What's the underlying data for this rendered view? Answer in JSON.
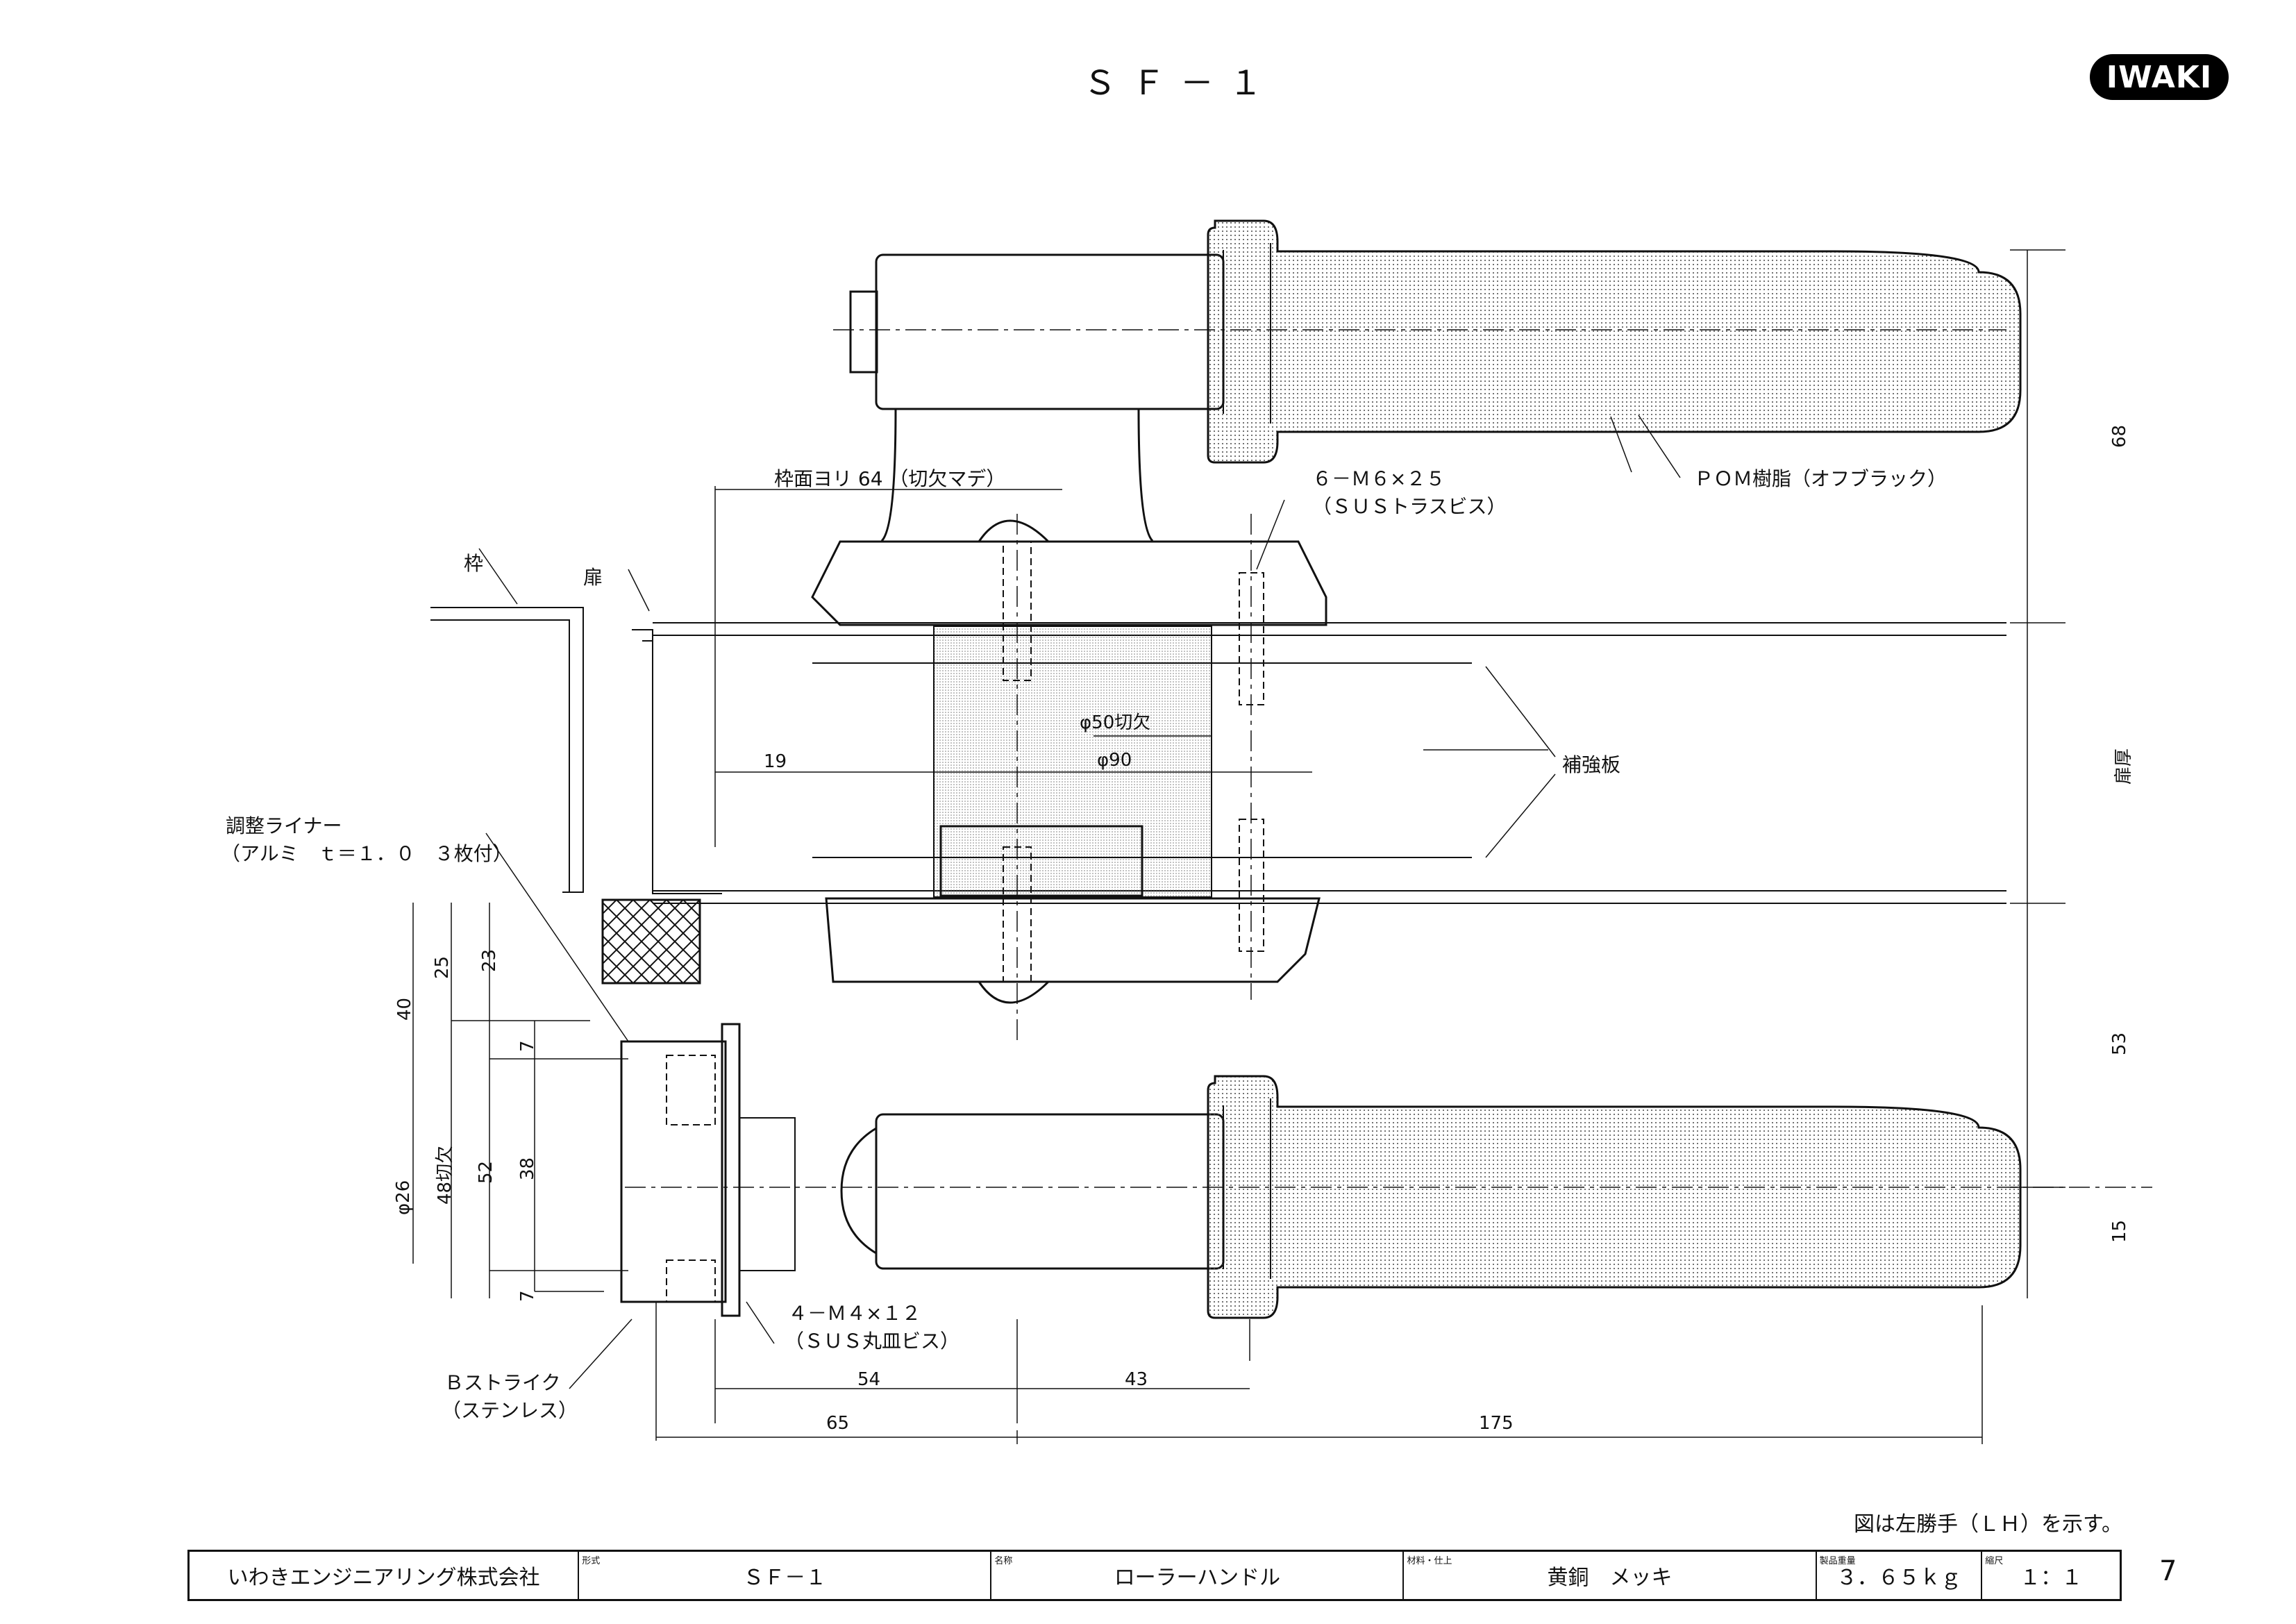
{
  "header": {
    "title": "ＳＦ－１",
    "logo": "IWAKI"
  },
  "labels": {
    "waku": "枠",
    "tobira": "扉",
    "kaku_face": "枠面ヨリ 64 （切欠マデ）",
    "screw_top_1": "６－Ｍ６×２５",
    "screw_top_2": "（ＳＵＳトラスビス）",
    "pom": "ＰＯＭ樹脂（オフブラック）",
    "phi50": "φ50切欠",
    "phi90": "φ90",
    "hokyo": "補強板",
    "liner_1": "調整ライナー",
    "liner_2": "（アルミ　ｔ＝１．０　３枚付）",
    "screw_bot_1": "４－Ｍ４×１２",
    "screw_bot_2": "（ＳＵＳ丸皿ビス）",
    "strike_1": "Ｂストライク",
    "strike_2": "（ステンレス）"
  },
  "dims": {
    "d19": "19",
    "d54": "54",
    "d43": "43",
    "d65": "65",
    "d175": "175",
    "d68": "68",
    "tobira_atsu": "扉厚",
    "d53": "53",
    "d15": "15",
    "d40": "40",
    "d25": "25",
    "d23": "23",
    "d7a": "7",
    "d38": "38",
    "d7b": "7",
    "d52": "52",
    "d48": "48切欠",
    "d26": "φ26"
  },
  "note": "図は左勝手（ＬＨ）を示す。",
  "title_block": {
    "company": "いわきエンジニアリング株式会社",
    "model_caption": "形式",
    "model": "ＳＦ－１",
    "name_caption": "名称",
    "name": "ローラーハンドル",
    "material_caption": "材料・仕上",
    "material": "黄銅　メッキ",
    "weight_caption": "製品重量",
    "weight": "３．６５ｋｇ",
    "scale_caption": "縮尺",
    "scale": "１：１"
  },
  "page_number": "7"
}
